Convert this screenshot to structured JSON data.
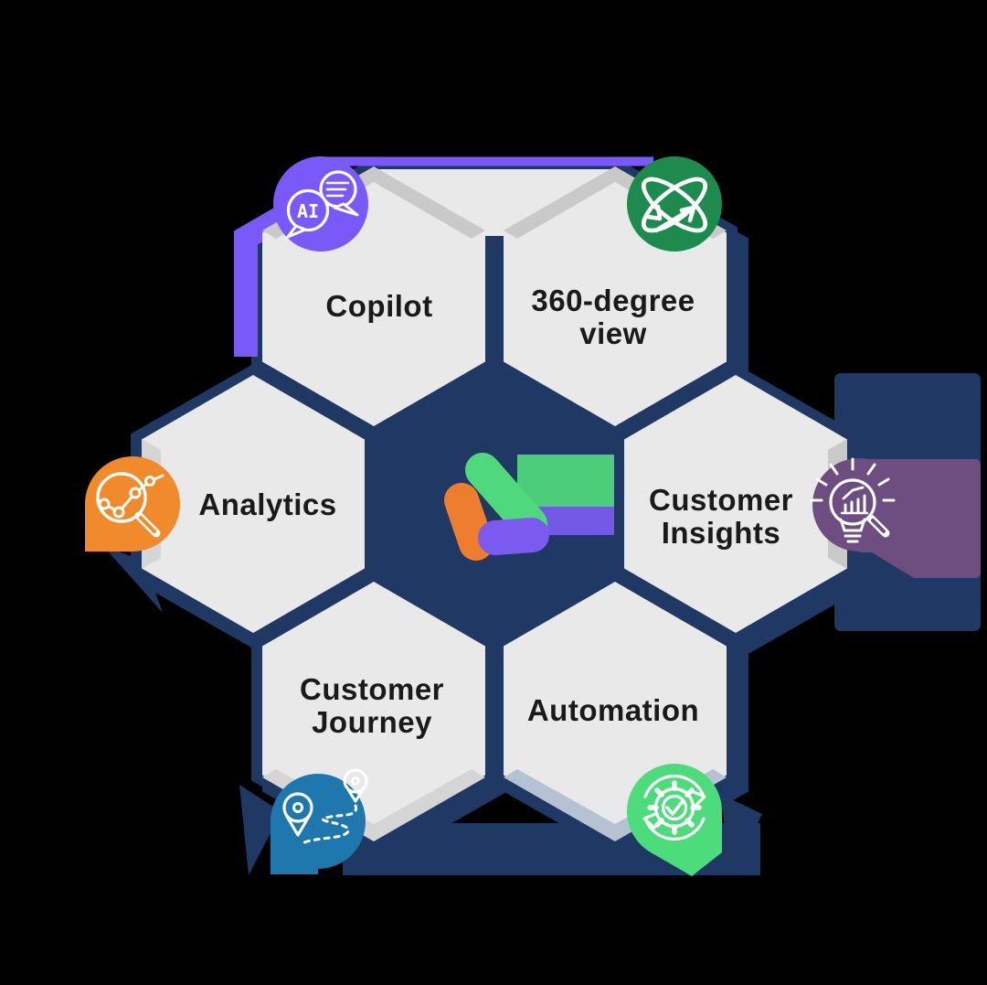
{
  "diagram": {
    "type": "hexagon-feature-wheel",
    "center_logo": "triangle-logo-green-orange-purple"
  },
  "hexagons": [
    {
      "id": "copilot",
      "line1": "Copilot",
      "line2": "",
      "icon": "ai-chat-bubbles-icon",
      "badge_position": "top-left"
    },
    {
      "id": "view-360",
      "line1": "360-degree",
      "line2": "view",
      "icon": "orbit-sync-icon",
      "badge_position": "top-right"
    },
    {
      "id": "analytics",
      "line1": "Analytics",
      "line2": "",
      "icon": "magnifier-chart-icon",
      "badge_position": "left"
    },
    {
      "id": "customer-insights",
      "line1": "Customer",
      "line2": "Insights",
      "icon": "lightbulb-analysis-icon",
      "badge_position": "right"
    },
    {
      "id": "customer-journey",
      "line1": "Customer",
      "line2": "Journey",
      "icon": "journey-pins-icon",
      "badge_position": "bottom-left"
    },
    {
      "id": "automation",
      "line1": "Automation",
      "line2": "",
      "icon": "gear-check-cycle-icon",
      "badge_position": "bottom-right"
    }
  ],
  "badges": {
    "copilot_ai_text": "AI"
  },
  "colors": {
    "background": "#000000",
    "navy": "#1f3864",
    "hex_fill": "#e9e9e9",
    "bevel": "#c9c9c9",
    "bevel_soft": "#d5d5d5",
    "bevel_blue": "#b5c2d1",
    "copilot_badge": "#7a59fa",
    "view360_badge": "#1e8b4e",
    "analytics_badge": "#f18a2b",
    "insights_badge": "#6e4e80",
    "journey_badge": "#1e78ad",
    "automation_badge": "#4cdc7c",
    "logo_green": "#4fd87c",
    "logo_orange": "#ee7d2d",
    "logo_purple": "#7b5af0",
    "label_text": "#1a1a1a",
    "icon_stroke": "#ffffff"
  }
}
